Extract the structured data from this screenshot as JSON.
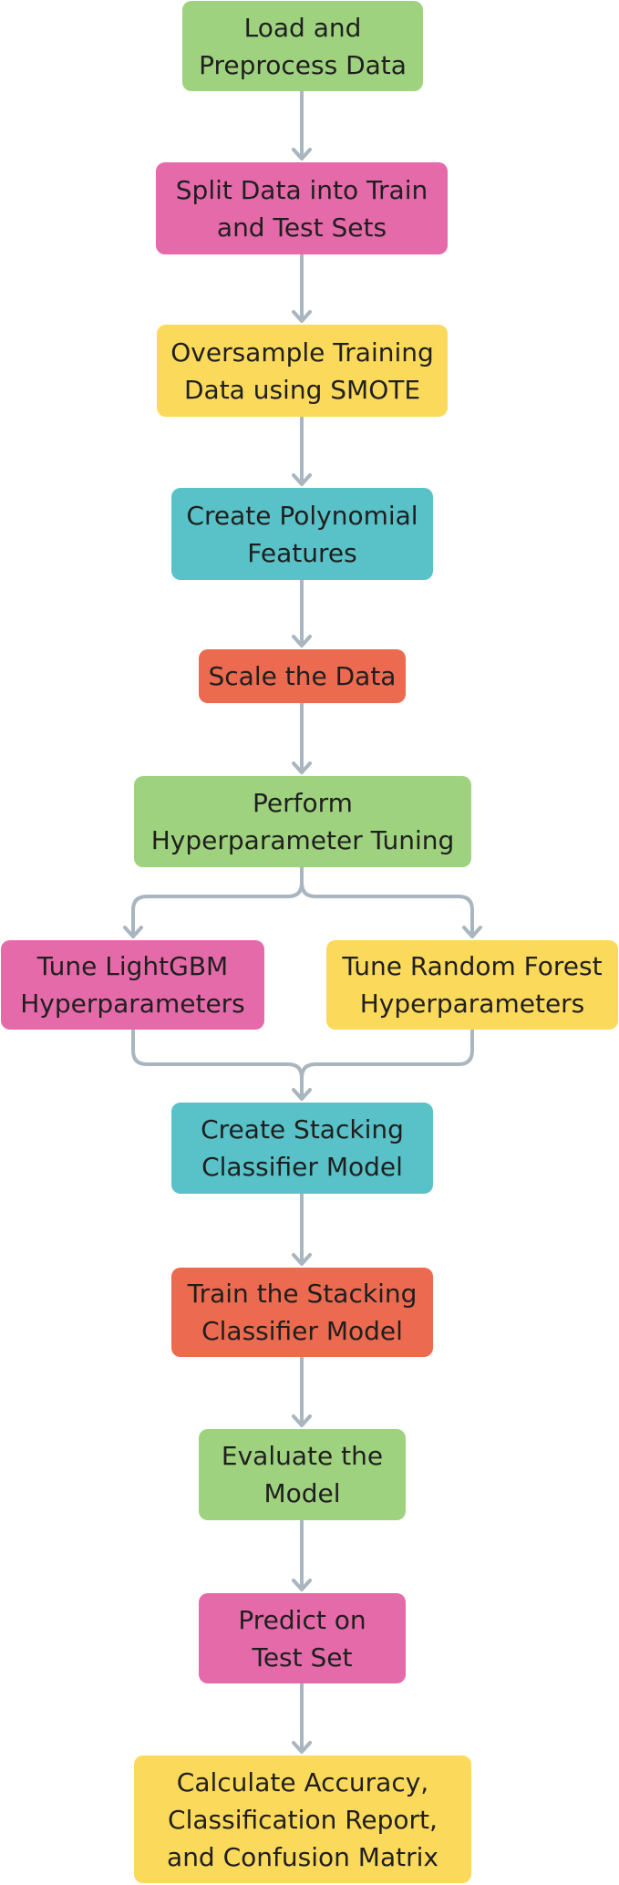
{
  "colors": {
    "green": "#9fd27e",
    "pink": "#e56aa9",
    "yellow": "#fbd95a",
    "teal": "#58c2c8",
    "orange": "#ec6a4f",
    "arrow": "#a9b6c0"
  },
  "steps": {
    "load": "Load and\nPreprocess Data",
    "split": "Split Data into Train\nand Test Sets",
    "oversample": "Oversample Training\nData using SMOTE",
    "polynomial": "Create Polynomial\nFeatures",
    "scale": "Scale the Data",
    "tuning": "Perform\nHyperparameter Tuning",
    "lightgbm": "Tune LightGBM\nHyperparameters",
    "random_forest": "Tune Random Forest\nHyperparameters",
    "create_stacking": "Create Stacking\nClassifier Model",
    "train_stacking": "Train the Stacking\nClassifier Model",
    "evaluate": "Evaluate the\nModel",
    "predict": "Predict on\nTest Set",
    "metrics": "Calculate Accuracy,\nClassification Report,\nand Confusion Matrix"
  }
}
